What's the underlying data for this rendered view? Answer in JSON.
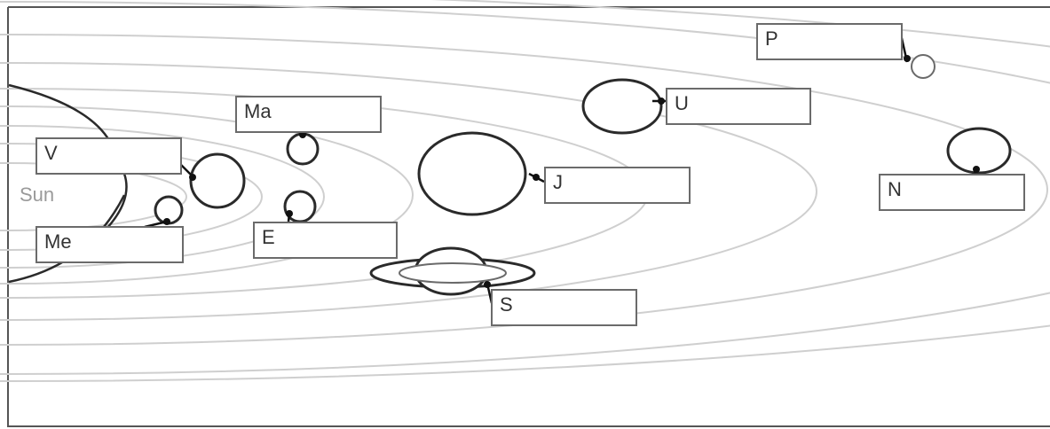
{
  "diagram": {
    "sun_label": "Sun",
    "labels": {
      "mercury": "Me",
      "venus": "V",
      "earth": "E",
      "mars": "Ma",
      "jupiter": "J",
      "saturn": "S",
      "uranus": "U",
      "neptune": "N",
      "pluto": "P"
    }
  }
}
